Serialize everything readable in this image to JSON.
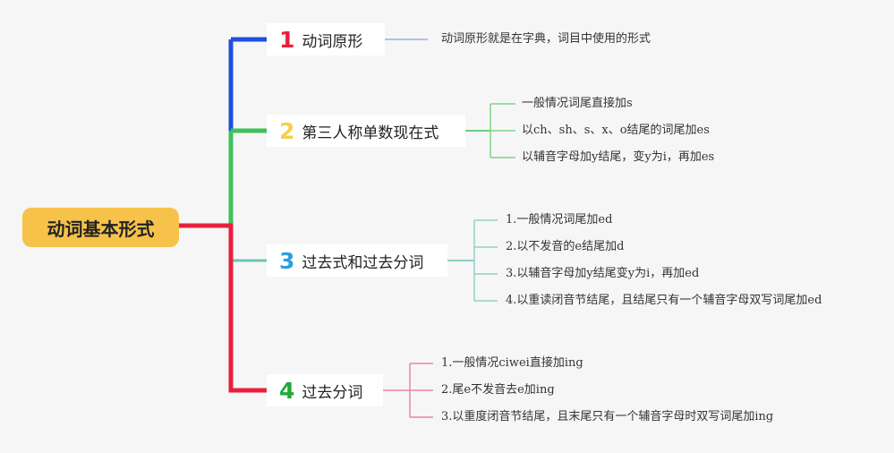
{
  "root": {
    "label": "动词基本形式",
    "color": "#f7c24a"
  },
  "branches": [
    {
      "number": "1",
      "label": "动词原形",
      "color": "#e8203c",
      "leaves": [
        "动词原形就是在字典，词目中使用的形式"
      ]
    },
    {
      "number": "2",
      "label": "第三人称单数现在式",
      "color": "#f5d04a",
      "leaves": [
        "一般情况词尾直接加s",
        "以ch、sh、s、x、o结尾的词尾加es",
        "以辅音字母加y结尾，变y为i，再加es"
      ]
    },
    {
      "number": "3",
      "label": "过去式和过去分词",
      "color": "#2a9fe0",
      "leaves": [
        "1.一般情况词尾加ed",
        "2.以不发音的e结尾加d",
        "3.以辅音字母加y结尾变y为i，再加ed",
        "4.以重读闭音节结尾，且结尾只有一个辅音字母双写词尾加ed"
      ]
    },
    {
      "number": "4",
      "label": "过去分词",
      "color": "#22a83a",
      "leaves": [
        "1.一般情况ciwei直接加ing",
        "2.尾e不发音去e加ing",
        "3.以重度闭音节结尾，且末尾只有一个辅音字母时双写词尾加ing"
      ]
    }
  ],
  "line_colors": [
    "#1f4fe0",
    "#3dc25a",
    "#6cc4b4",
    "#e8203c"
  ],
  "leaf_line_colors": [
    "#9aaee8",
    "#7ed48a",
    "#8fd0c4",
    "#e886a0"
  ]
}
